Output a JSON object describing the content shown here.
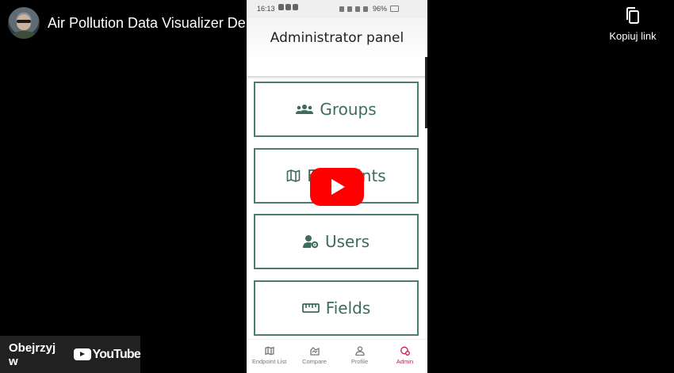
{
  "video": {
    "title": "Air Pollution Data Visualizer Demo"
  },
  "copy_link": {
    "label": "Kopiuj link"
  },
  "phone": {
    "status_bar": {
      "time": "16:13",
      "battery": "96%"
    },
    "header": {
      "title": "Administrator panel"
    },
    "menu": [
      {
        "label": "Groups",
        "icon": "groups-icon"
      },
      {
        "label": "Endpoints",
        "icon": "map-icon"
      },
      {
        "label": "Users",
        "icon": "user-settings-icon"
      },
      {
        "label": "Fields",
        "icon": "ruler-icon"
      }
    ],
    "bottom_nav": [
      {
        "label": "Endpoint List",
        "icon": "map-icon"
      },
      {
        "label": "Compare",
        "icon": "compare-icon"
      },
      {
        "label": "Profile",
        "icon": "person-icon"
      },
      {
        "label": "Admin",
        "icon": "admin-icon",
        "active": true
      }
    ]
  },
  "watch_on": {
    "label": "Obejrzyj w",
    "brand": "YouTube"
  },
  "colors": {
    "accent": "#3c6c5f",
    "admin_active": "#c2185b",
    "play": "#ff0000"
  }
}
